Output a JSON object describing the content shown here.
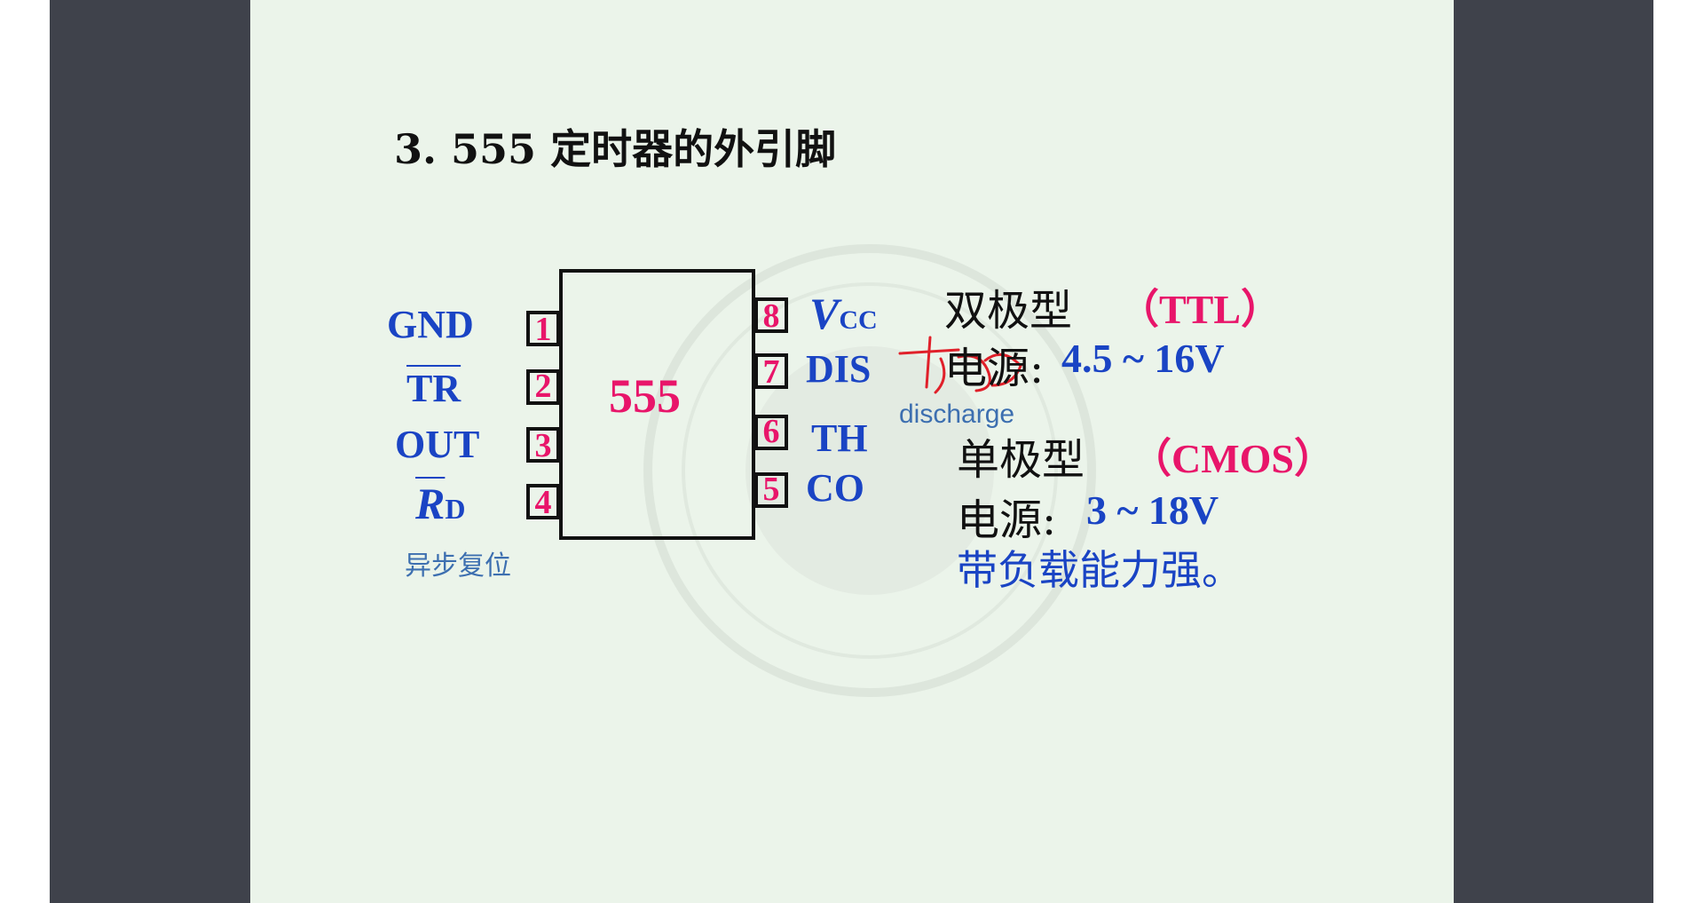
{
  "title": "3.  555 定时器的外引脚",
  "chip": {
    "label": "555",
    "left_pins": [
      {
        "num": "1",
        "label": "GND",
        "overline": false
      },
      {
        "num": "2",
        "label": "TR",
        "overline": true
      },
      {
        "num": "3",
        "label": "OUT",
        "overline": false
      },
      {
        "num": "4",
        "label": "R",
        "sub": "D",
        "overline": true
      }
    ],
    "right_pins": [
      {
        "num": "8",
        "label": "V",
        "sub": "CC"
      },
      {
        "num": "7",
        "label": "DIS"
      },
      {
        "num": "6",
        "label": "TH"
      },
      {
        "num": "5",
        "label": "CO"
      }
    ]
  },
  "annotations": {
    "reset_note": "异步复位",
    "discharge_note": "discharge"
  },
  "ttl": {
    "type_label": "双极型",
    "type_abbr": "（TTL）",
    "power_label": "电源:",
    "power_value": "4.5 ~ 16V"
  },
  "cmos": {
    "type_label": "单极型",
    "type_abbr": "（CMOS）",
    "power_label": "电源:",
    "power_value": "3 ~ 18V",
    "note": "带负载能力强。"
  },
  "colors": {
    "blue": "#1a44c4",
    "pink": "#e8156a",
    "slide_bg": "#ebf4ea",
    "viewer_bg": "#3f424b",
    "ink_red": "#e0202a"
  }
}
